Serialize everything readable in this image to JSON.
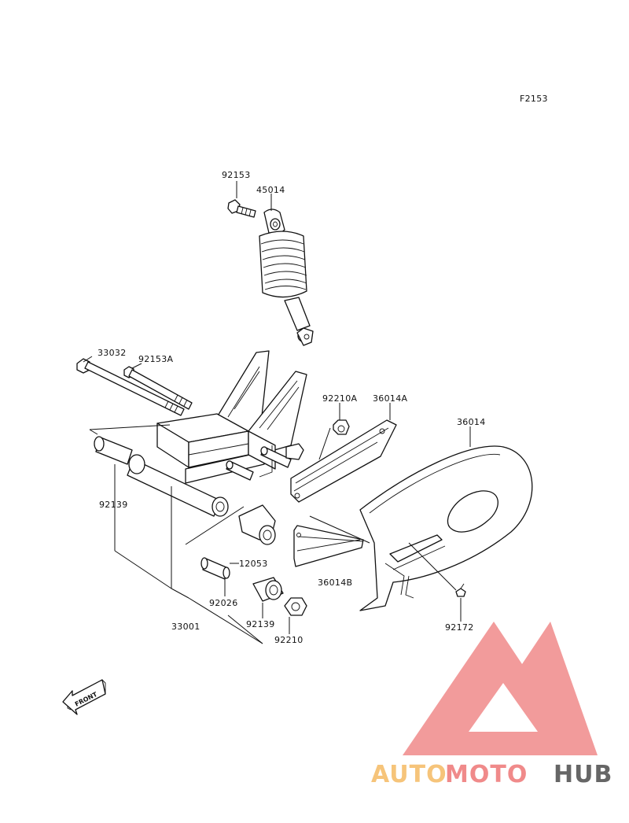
{
  "figure_id": "F2153",
  "part_labels": {
    "p92153": "92153",
    "p45014": "45014",
    "p33032": "33032",
    "p92153A": "92153A",
    "p92210A": "92210A",
    "p36014A": "36014A",
    "p36014": "36014",
    "p92139a": "92139",
    "p12053": "12053",
    "p92026": "92026",
    "p36014B": "36014B",
    "p33001": "33001",
    "p92139b": "92139",
    "p92210": "92210",
    "p92172": "92172"
  },
  "front_marker": "FRONT",
  "watermark": {
    "part1": "AUTO",
    "part2": "MOTO",
    "part3": "HUB",
    "colors": {
      "auto": "#f6c47a",
      "moto": "#f08a8a",
      "hub": "#666666",
      "logo": "#f08a8a"
    }
  }
}
